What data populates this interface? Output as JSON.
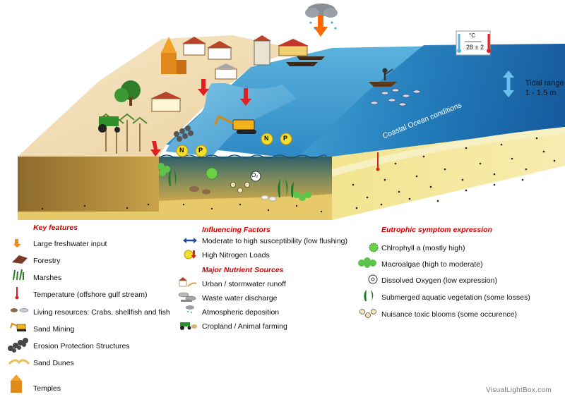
{
  "scene": {
    "coastal_label": "Coastal Ocean conditions",
    "tidal_label": "Tidal range",
    "tidal_value": "1 - 1.5 m",
    "temp_unit": "°C",
    "temp_value": "28 ± 2",
    "nutrient_n": "N",
    "nutrient_p": "P",
    "oxygen_symbol": "O₂"
  },
  "key_features": {
    "title": "Key features",
    "items": [
      {
        "icon": "freshwater-arrow-icon",
        "label": "Large freshwater input"
      },
      {
        "icon": "forestry-icon",
        "label": "Forestry"
      },
      {
        "icon": "marsh-icon",
        "label": "Marshes"
      },
      {
        "icon": "thermometer-icon",
        "label": "Temperature (offshore gulf stream)"
      },
      {
        "icon": "crab-fish-icon",
        "label": "Living resources: Crabs, shellfish and fish"
      },
      {
        "icon": "excavator-icon",
        "label": "Sand Mining"
      },
      {
        "icon": "tetrapod-icon",
        "label": "Erosion Protection Structures"
      },
      {
        "icon": "dune-icon",
        "label": "Sand Dunes"
      },
      {
        "icon": "temple-icon",
        "label": "Temples"
      }
    ]
  },
  "influencing": {
    "title": "Influencing Factors",
    "items": [
      {
        "icon": "double-arrow-icon",
        "label": "Moderate to high susceptibility (low flushing)"
      },
      {
        "icon": "nitrogen-icon",
        "label": "High Nitrogen Loads"
      }
    ]
  },
  "nutrient_sources": {
    "title": "Major Nutrient Sources",
    "items": [
      {
        "icon": "urban-icon",
        "label": "Urban / stormwater runoff"
      },
      {
        "icon": "pipe-icon",
        "label": "Waste water discharge"
      },
      {
        "icon": "rain-cloud-icon",
        "label": "Atmospheric deposition"
      },
      {
        "icon": "tractor-icon",
        "label": "Cropland / Animal farming"
      }
    ]
  },
  "eutrophic": {
    "title": "Eutrophic symptom expression",
    "items": [
      {
        "icon": "chlorophyll-icon",
        "label": "Chlrophyll a (mostly high)"
      },
      {
        "icon": "macroalgae-icon",
        "label": "Macroalgae (high to moderate)"
      },
      {
        "icon": "oxygen-icon",
        "label": "Dissolved Oxygen (low expression)"
      },
      {
        "icon": "seagrass-icon",
        "label": "Submerged aquatic vegetation (some losses)"
      },
      {
        "icon": "toxic-bloom-icon",
        "label": "Nuisance toxic blooms (some occurence)"
      }
    ]
  },
  "watermark": "VisualLightBox.com",
  "colors": {
    "ocean_deep": "#0e5a9c",
    "ocean_light": "#7fd0ee",
    "sand": "#f3e69a",
    "land": "#f1dcb4",
    "header_red": "#d40000"
  }
}
